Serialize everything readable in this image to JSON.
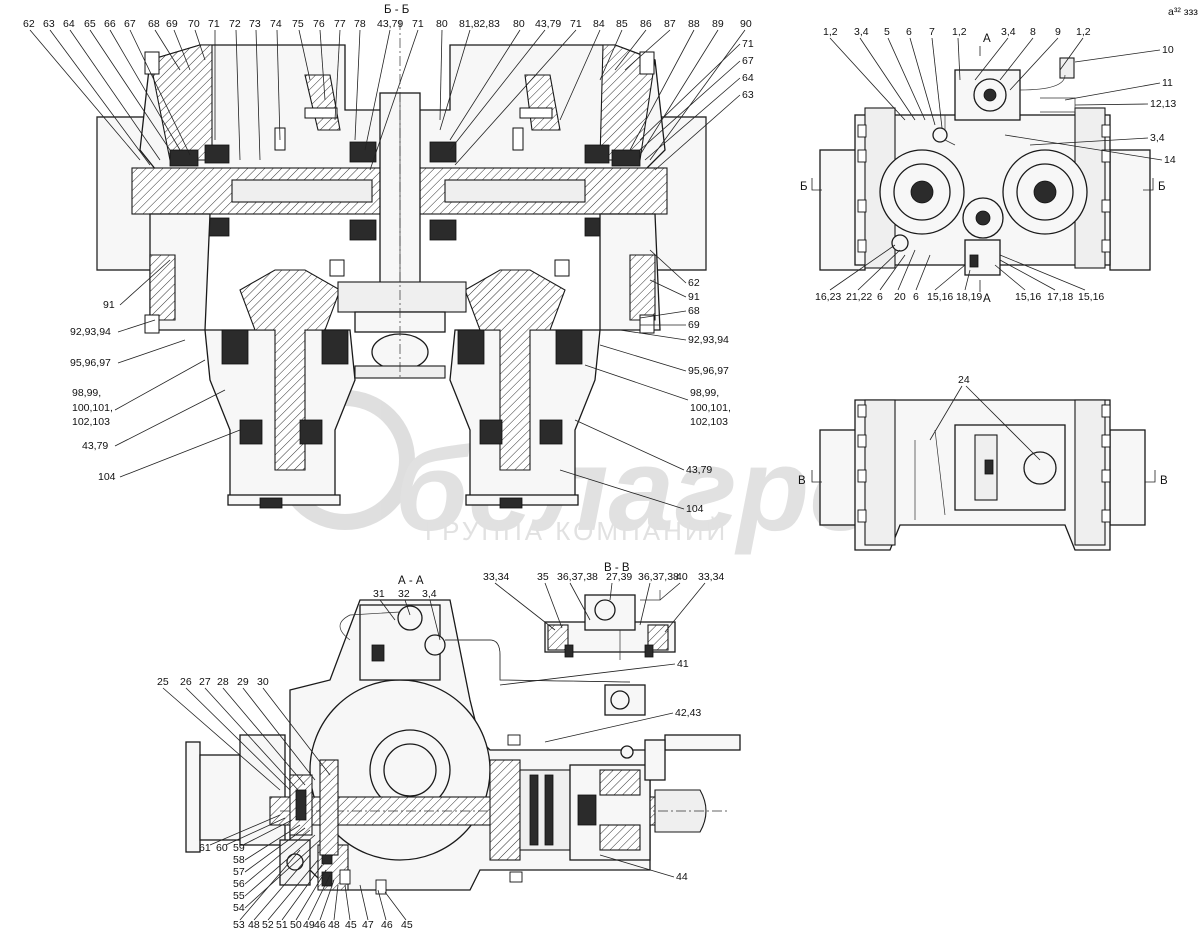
{
  "views": {
    "section_bb": "Б - Б",
    "section_aa": "А - А",
    "section_vv": "В - В"
  },
  "section_marks": {
    "a_top": "А",
    "a_bottom": "А",
    "b_left": "Б",
    "b_right": "Б",
    "v_left": "В",
    "v_right": "В"
  },
  "watermark": {
    "brand": "белагро",
    "subtitle": "ГРУППА КОМПАНИЙ"
  },
  "corner_note": "а³² ззз",
  "callouts_bb_top": [
    "62",
    "63",
    "64",
    "65",
    "66",
    "67",
    "68",
    "69",
    "70",
    "71",
    "72",
    "73",
    "74",
    "75",
    "76",
    "77",
    "78",
    "43,79",
    "71",
    "80",
    "81,82,83",
    "80",
    "43,79",
    "71",
    "84",
    "85",
    "86",
    "87",
    "88",
    "89",
    "90"
  ],
  "callouts_bb_left": [
    "91",
    "92,93,94",
    "95,96,97",
    "98,99,",
    "100,101,",
    "102,103",
    "43,79",
    "104"
  ],
  "callouts_bb_right": [
    "71",
    "67",
    "64",
    "63",
    "62",
    "91",
    "68",
    "69",
    "92,93,94",
    "95,96,97",
    "98,99,",
    "100,101,",
    "102,103",
    "43,79",
    "104"
  ],
  "callouts_top_view": [
    "1,2",
    "3,4",
    "5",
    "6",
    "7",
    "1,2",
    "3,4",
    "8",
    "9",
    "1,2",
    "10",
    "11",
    "12,13",
    "3,4",
    "14",
    "16,23",
    "21,22",
    "6",
    "20",
    "6",
    "15,16",
    "18,19",
    "15,16",
    "17,18",
    "15,16"
  ],
  "callouts_middle_view": [
    "24"
  ],
  "callouts_vv": [
    "33,34",
    "35",
    "36,37,38",
    "27,39",
    "36,37,38",
    "40",
    "33,34",
    "41"
  ],
  "callouts_aa_top": [
    "31",
    "32",
    "3,4",
    "42,43"
  ],
  "callouts_aa_left": [
    "25",
    "26",
    "27",
    "28",
    "29",
    "30",
    "61",
    "60",
    "59",
    "58",
    "57",
    "56",
    "55",
    "54"
  ],
  "callouts_aa_bottom": [
    "53",
    "48",
    "52",
    "51",
    "50",
    "49",
    "46",
    "48",
    "45",
    "47",
    "46",
    "45"
  ],
  "callouts_aa_right": [
    "44"
  ]
}
